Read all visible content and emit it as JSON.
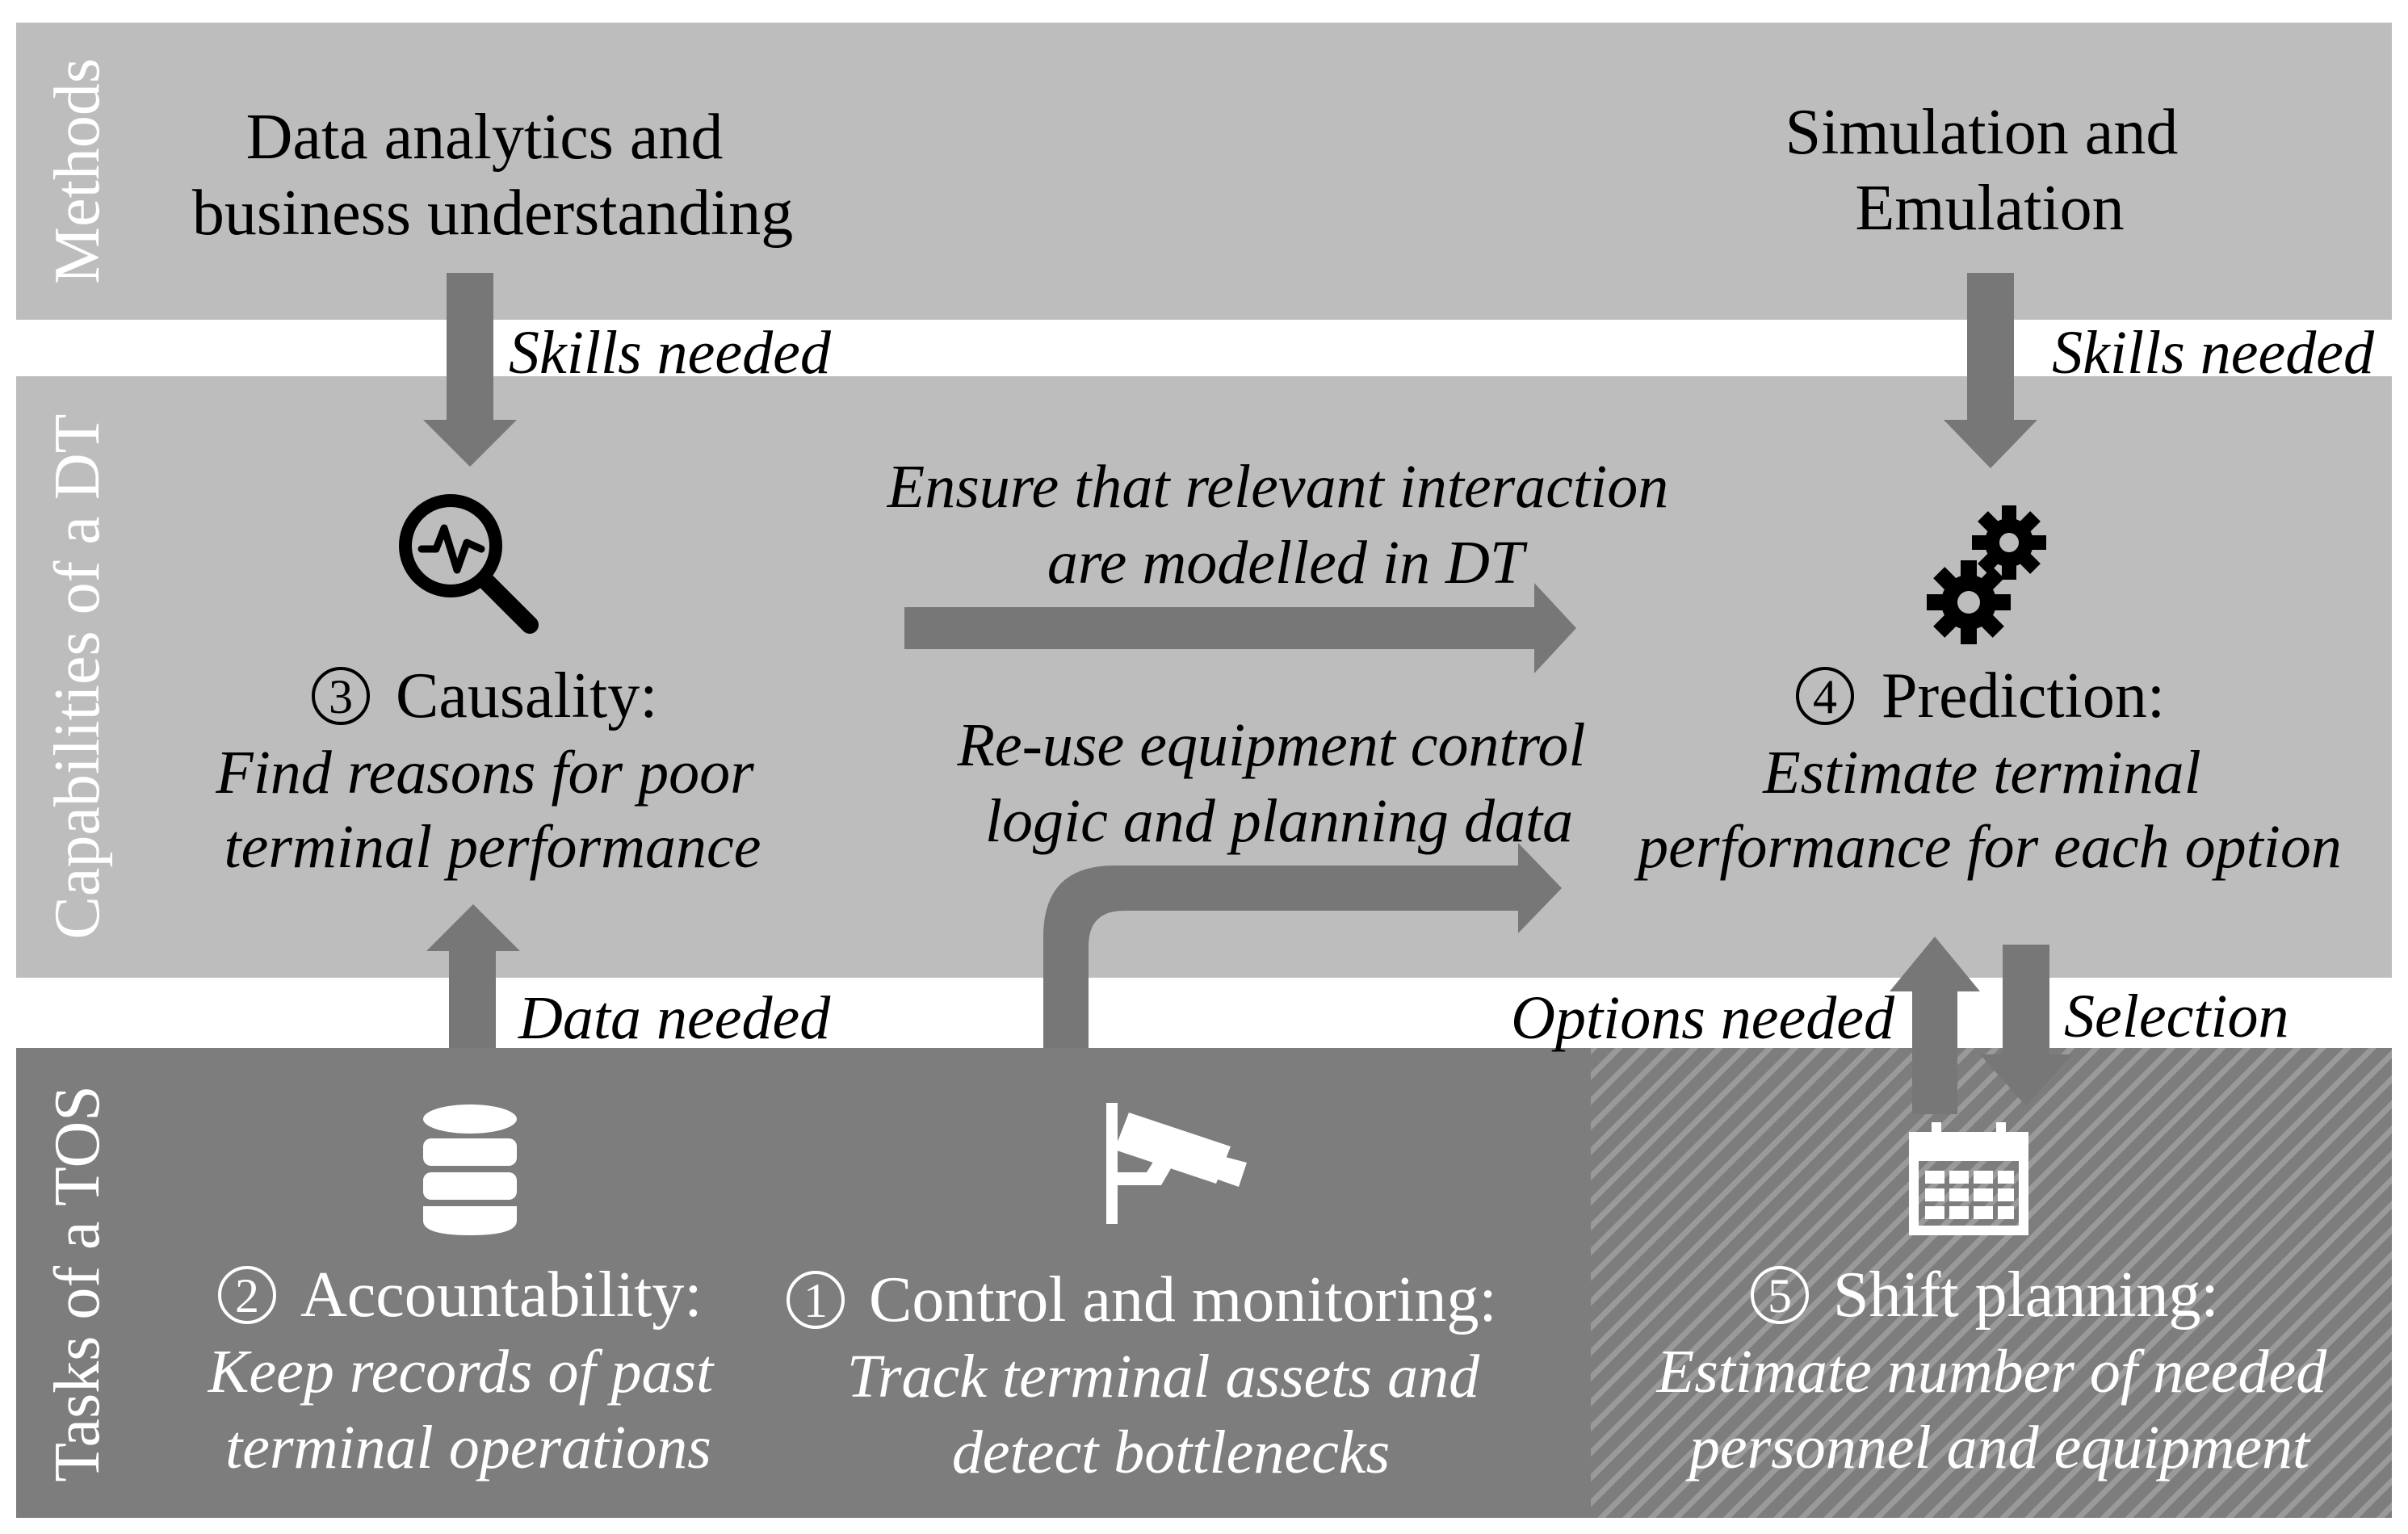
{
  "bands": {
    "methods_label": "Methods",
    "capabilities_label": "Capabilities of a DT",
    "tasks_label": "Tasks of a TOS"
  },
  "methods": {
    "left": [
      "Data analytics and",
      "business understanding"
    ],
    "right": [
      "Simulation and",
      "Emulation"
    ]
  },
  "connectors": {
    "skills_left": "Skills needed",
    "skills_right": "Skills needed",
    "data_needed": "Data needed",
    "options_needed": "Options needed",
    "selection": "Selection",
    "interaction": [
      "Ensure that relevant interaction",
      "are modelled in DT"
    ],
    "reuse": [
      "Re-use equipment control",
      "logic and planning data"
    ]
  },
  "nodes": {
    "causality": {
      "number": "3",
      "title": "Causality:",
      "desc": [
        "Find reasons for poor",
        "terminal performance"
      ],
      "icon": "magnifier-pulse-icon"
    },
    "prediction": {
      "number": "4",
      "title": "Prediction:",
      "desc": [
        "Estimate terminal",
        "performance for each option"
      ],
      "icon": "gears-icon"
    },
    "accountability": {
      "number": "2",
      "title": "Accountability:",
      "desc": [
        "Keep records of past",
        "terminal operations"
      ],
      "icon": "database-icon"
    },
    "control": {
      "number": "1",
      "title": "Control and monitoring:",
      "desc": [
        "Track terminal assets and",
        "detect bottlenecks"
      ],
      "icon": "security-camera-icon"
    },
    "shift": {
      "number": "5",
      "title": "Shift planning:",
      "desc": [
        "Estimate number of needed",
        "personnel and equipment"
      ],
      "icon": "calendar-icon"
    }
  },
  "colors": {
    "light_band": "#bdbdbd",
    "dark_band": "#7d7d7d",
    "arrow": "#777777"
  }
}
